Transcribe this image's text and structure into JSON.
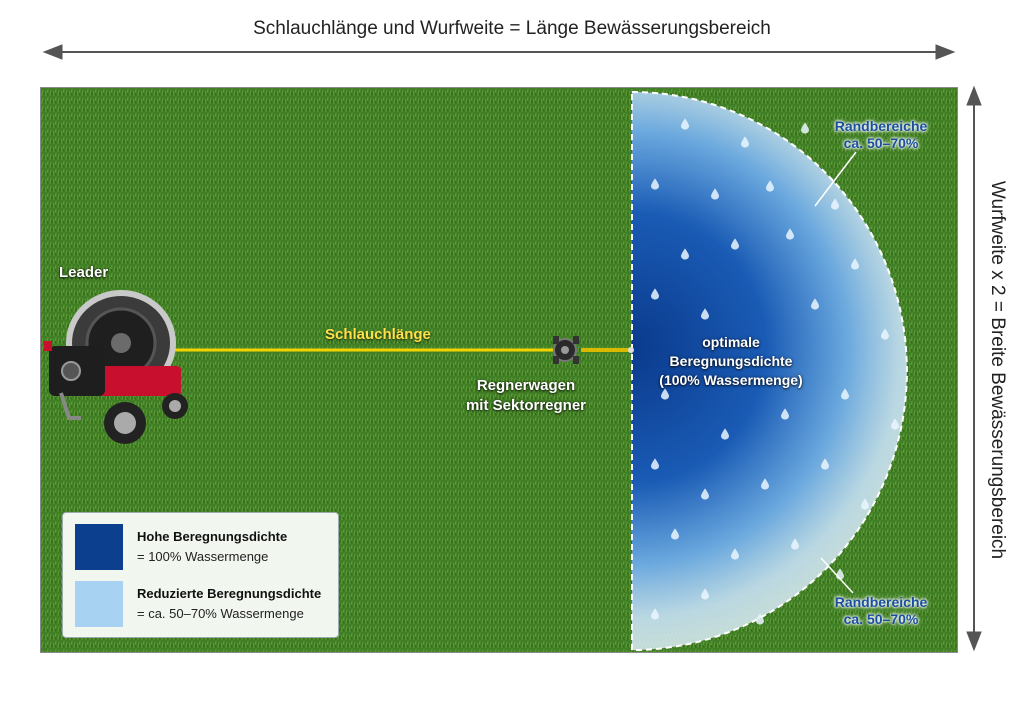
{
  "header": {
    "title": "Schlauchlänge und Wurfweite = Länge Bewässerungsbereich"
  },
  "side": {
    "title": "Wurfweite x 2 = Breite Bewässerungsbereich"
  },
  "labels": {
    "leader": "Leader",
    "hose": "Schlauchlänge",
    "cart_line1": "Regnerwagen",
    "cart_line2": "mit Sektorregner",
    "center_line1": "optimale",
    "center_line2": "Beregnungsdichte",
    "center_line3": "(100% Wassermenge)",
    "edge_top_line1": "Randbereiche",
    "edge_top_line2": "ca. 50–70%",
    "edge_bottom_line1": "Randbereiche",
    "edge_bottom_line2": "ca. 50–70%"
  },
  "legend": {
    "items": [
      {
        "title": "Hohe Beregnungsdichte",
        "subtitle": "= 100% Wassermenge",
        "color": "#0d3f8f"
      },
      {
        "title": "Reduzierte Beregnungsdichte",
        "subtitle": "= ca. 50–70% Wassermenge",
        "color": "#a8d2f2"
      }
    ]
  },
  "colors": {
    "grass": "#3f7d24",
    "hose": "#f2d300",
    "water_dark": "#0a3d8f",
    "water_light": "#cfe6f5",
    "reel": "#c8102e"
  }
}
